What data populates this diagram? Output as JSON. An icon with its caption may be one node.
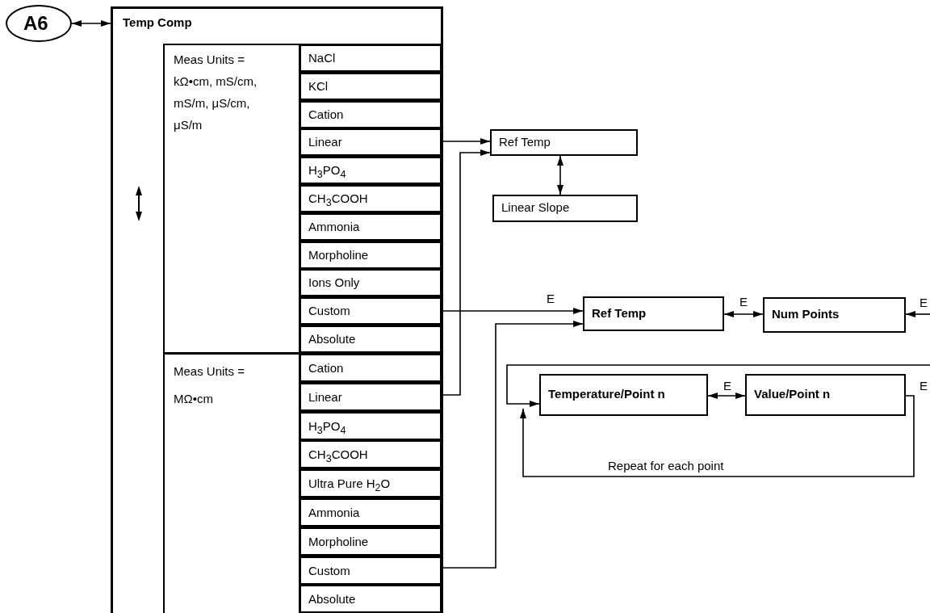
{
  "diagram": {
    "nodes": [
      {
        "text": [
          "A6"
        ]
      },
      {
        "text": [
          "Temp Comp"
        ]
      },
      {
        "text": [
          "Meas Units = kΩ•cm, mS/cm, mS/m, μS/cm, μS/m"
        ],
        "in": 1
      },
      {
        "text": [
          "NaCl"
        ],
        "in": 2
      },
      {
        "text": [
          "KCl"
        ],
        "in": 2
      },
      {
        "text": [
          "Cation"
        ],
        "in": 2
      },
      {
        "text": [
          "Linear"
        ],
        "in": 2
      },
      {
        "text": [
          "H$_{3}$PO$_{4}$"
        ],
        "in": 2
      },
      {
        "text": [
          "CH$_{3}$COOH"
        ],
        "in": 2
      },
      {
        "text": [
          "Ammonia"
        ],
        "in": 2
      },
      {
        "text": [
          "Morpholine"
        ],
        "in": 2
      },
      {
        "text": [
          "Ions Only"
        ],
        "in": 2
      },
      {
        "text": [
          "Custom"
        ],
        "in": 2
      },
      {
        "text": [
          "Absolute"
        ],
        "in": 2
      },
      {
        "text": [
          "Meas Units = MΩ•cm"
        ],
        "in": 1
      },
      {
        "text": [
          "Cation"
        ],
        "in": 14
      },
      {
        "text": [
          "Linear"
        ],
        "in": 14
      },
      {
        "text": [
          "H$_{3}$PO$_{4}$"
        ],
        "in": 14
      },
      {
        "text": [
          "CH$_{3}$COOH"
        ],
        "in": 14
      },
      {
        "text": [
          "Ultra Pure H$_{2}$O"
        ],
        "in": 14
      },
      {
        "text": [
          "Ammonia"
        ],
        "in": 14
      },
      {
        "text": [
          "Morpholine"
        ],
        "in": 14
      },
      {
        "text": [
          "Custom"
        ],
        "in": 14
      },
      {
        "text": [
          "Absolute"
        ],
        "in": 14
      },
      {
        "text": [
          "Ref Temp"
        ]
      },
      {
        "text": [
          "Linear Slope"
        ]
      },
      {
        "text": [
          "Ref Temp"
        ]
      },
      {
        "text": [
          "Num Points"
        ]
      },
      {
        "text": [
          "Temperature/Point n"
        ]
      },
      {
        "text": [
          "Value/Point n"
        ]
      }
    ],
    "edges": [
      {
        "from": 0,
        "to": 1,
        "arrow": "both"
      },
      {
        "from": 6,
        "to": 24,
        "arrow": "to"
      },
      {
        "from": 16,
        "to": 24,
        "arrow": "to"
      },
      {
        "from": 24,
        "to": 25,
        "arrow": "both"
      },
      {
        "from": 12,
        "to": 26,
        "arrow": "to",
        "label": "E"
      },
      {
        "from": 22,
        "to": 26,
        "arrow": "to"
      },
      {
        "from": 26,
        "to": 27,
        "arrow": "both",
        "label": "E"
      },
      {
        "from": null,
        "to": 27,
        "arrow": "to",
        "label": "E"
      },
      {
        "from": null,
        "to": 28,
        "arrow": "to"
      },
      {
        "from": 28,
        "to": 29,
        "arrow": "both",
        "label": "E"
      },
      {
        "from": 29,
        "to": 28,
        "arrow": "to",
        "label": "E"
      }
    ],
    "labels": [
      "Repeat for each point"
    ]
  }
}
